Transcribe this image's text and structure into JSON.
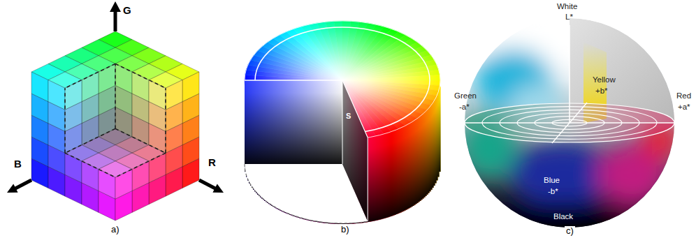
{
  "diagram": {
    "labels": [
      "G",
      "B",
      "R",
      "a)",
      "S",
      "b)",
      "White",
      "L*",
      "Yellow",
      "+b*",
      "Green",
      "-a*",
      "Red",
      "+a*",
      "Blue",
      "-b*",
      "Black",
      "c)"
    ]
  }
}
